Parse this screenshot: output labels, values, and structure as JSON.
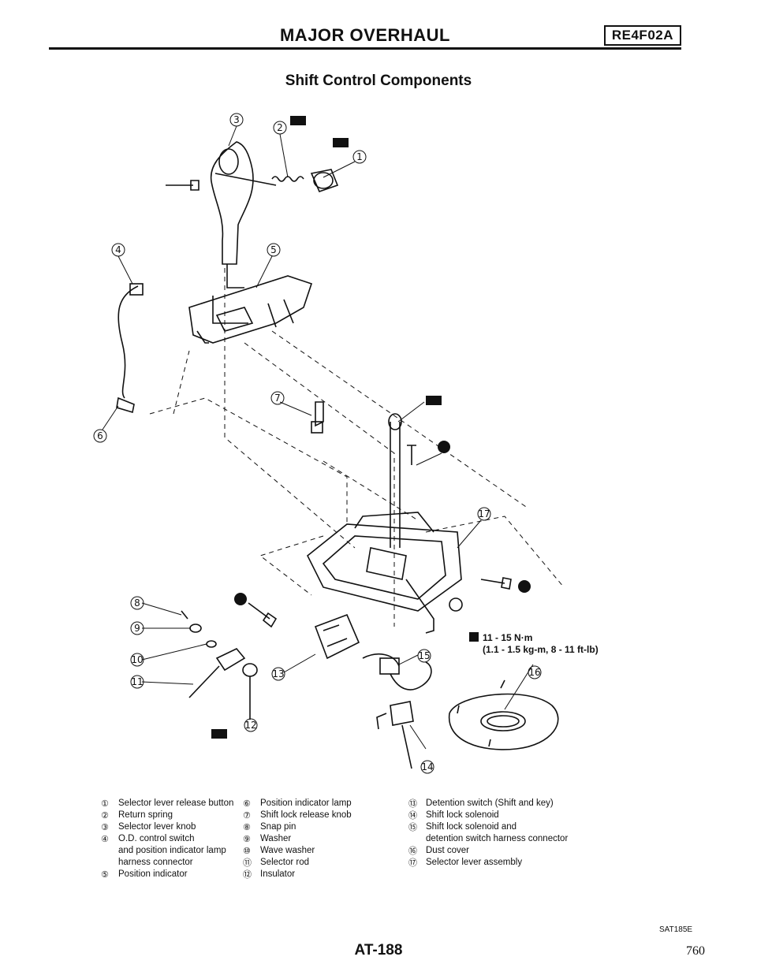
{
  "header": {
    "title": "MAJOR OVERHAUL",
    "model": "RE4F02A"
  },
  "section_title": "Shift Control Components",
  "diagram": {
    "callouts": [
      "1",
      "2",
      "3",
      "4",
      "5",
      "6",
      "7",
      "8",
      "9",
      "10",
      "11",
      "12",
      "13",
      "14",
      "15",
      "16",
      "17"
    ],
    "torque": {
      "value": "11 - 15 N·m",
      "alt": "(1.1 - 1.5 kg-m, 8 - 11 ft-lb)"
    }
  },
  "legend": {
    "col1": [
      {
        "num": "①",
        "text": "Selector lever release button"
      },
      {
        "num": "②",
        "text": "Return spring"
      },
      {
        "num": "③",
        "text": "Selector lever knob"
      },
      {
        "num": "④",
        "text": "O.D. control switch",
        "cont": [
          "and position indicator lamp",
          "harness connector"
        ]
      },
      {
        "num": "⑤",
        "text": "Position indicator"
      }
    ],
    "col2": [
      {
        "num": "⑥",
        "text": "Position indicator lamp"
      },
      {
        "num": "⑦",
        "text": "Shift lock release knob"
      },
      {
        "num": "⑧",
        "text": "Snap pin"
      },
      {
        "num": "⑨",
        "text": "Washer"
      },
      {
        "num": "⑩",
        "text": "Wave washer"
      },
      {
        "num": "⑪",
        "text": "Selector rod"
      },
      {
        "num": "⑫",
        "text": "Insulator"
      }
    ],
    "col3": [
      {
        "num": "⑬",
        "text": "Detention switch (Shift and key)"
      },
      {
        "num": "⑭",
        "text": "Shift lock solenoid"
      },
      {
        "num": "⑮",
        "text": "Shift lock solenoid and",
        "cont": [
          "detention switch harness connector"
        ]
      },
      {
        "num": "⑯",
        "text": "Dust cover"
      },
      {
        "num": "⑰",
        "text": "Selector lever assembly"
      }
    ]
  },
  "figure_code": "SAT185E",
  "page_code": "AT-188",
  "page_number": "760"
}
